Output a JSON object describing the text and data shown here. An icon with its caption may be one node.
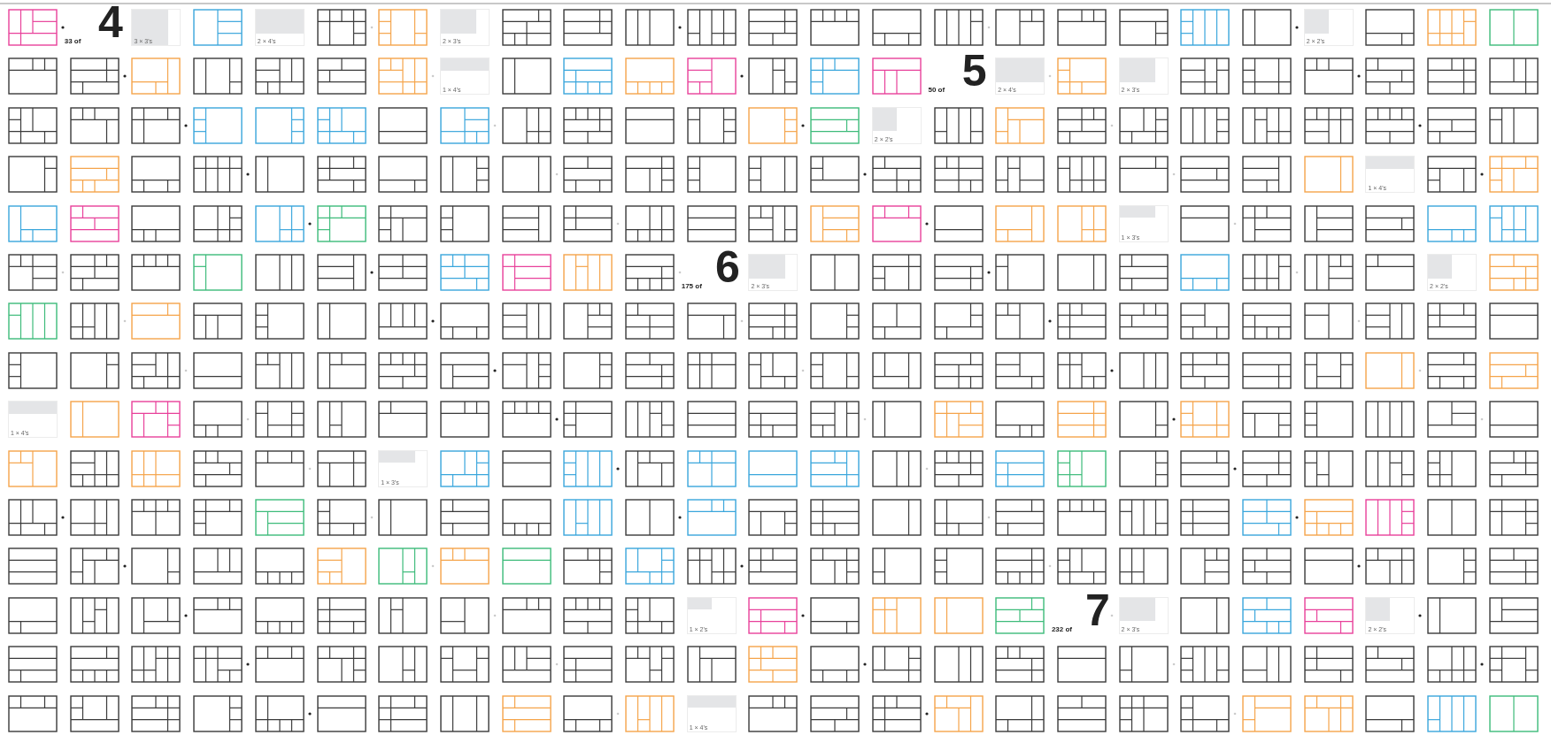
{
  "diagram": {
    "labels": [
      "33 of",
      "4",
      "3 × 3's",
      "2 × 4's",
      "2 × 3's",
      "2 × 2's",
      "1 × 4's",
      "50 of",
      "5",
      "2 × 4's",
      "2 × 3's",
      "2 × 2's",
      "1 × 4's",
      "1 × 3's",
      "175 of",
      "6",
      "2 × 3's",
      "2 × 2's",
      "1 × 4's",
      "1 × 3's",
      "1 × 2's",
      "232 of",
      "7",
      "2 × 3's",
      "2 × 2's",
      "1 × 4's"
    ]
  }
}
